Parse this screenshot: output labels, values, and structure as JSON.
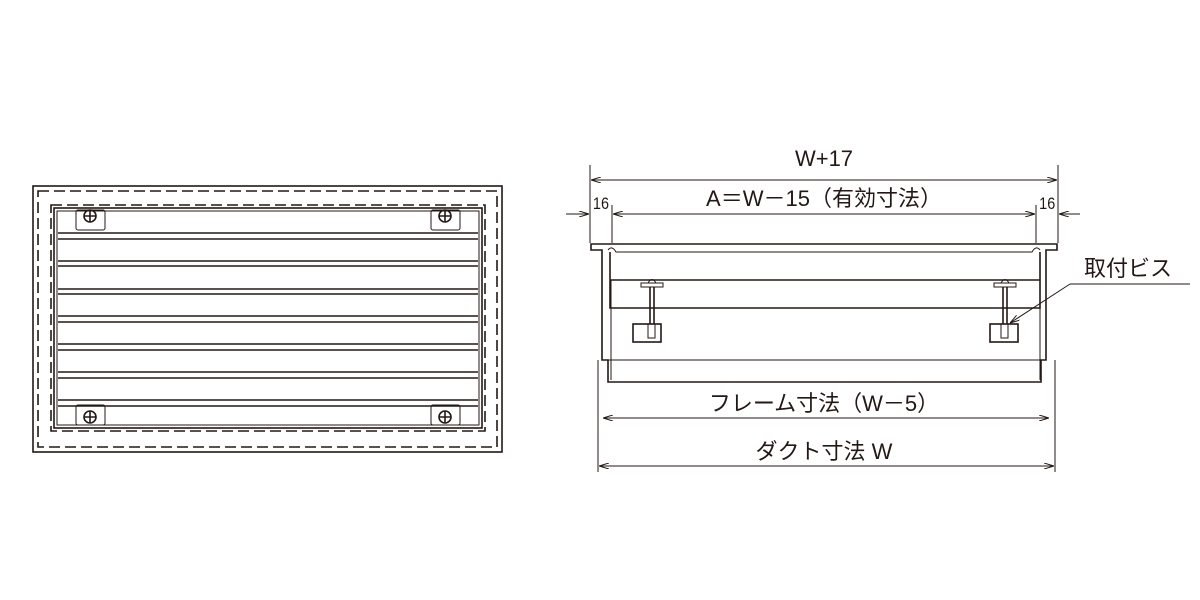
{
  "dimensions": {
    "overall": "W+17",
    "effective": "A＝W－15（有効寸法）",
    "left_margin": "16",
    "right_margin": "16",
    "mounting_screw": "取付ビス",
    "frame": "フレーム寸法（W－5）",
    "duct": "ダクト寸法 W"
  },
  "colors": {
    "line": "#231815",
    "background": "#ffffff"
  }
}
